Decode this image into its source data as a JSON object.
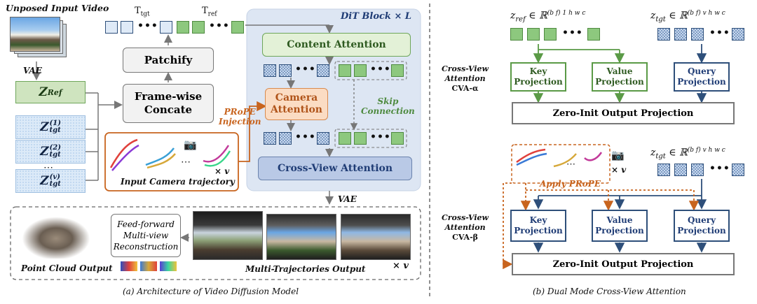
{
  "left": {
    "input_title": "Unposed Input Video",
    "vae_top": "VAE",
    "z_ref": "Z",
    "z_ref_sub": "Ref",
    "z_tgt_base": "Z",
    "z_tgt_sub": "tgt",
    "z_tgt_sups": [
      "(1)",
      "(2)",
      "(v)"
    ],
    "z_tgt_ellipsis": "⋯",
    "t_tgt": "T",
    "t_tgt_sub": "tgt",
    "t_ref": "T",
    "t_ref_sub": "ref",
    "patchify": "Patchify",
    "concat_line1": "Frame-wise",
    "concat_line2": "Concate",
    "prope_line1": "PRoPE",
    "prope_line2": "Injection",
    "traj_label": "Input Camera trajectory",
    "traj_dots": "⋯",
    "times_v": "× v",
    "dit_title": "DiT Block × L",
    "content_attention": "Content Attention",
    "camera_attention_line1": "Camera",
    "camera_attention_line2": "Attention",
    "skip_line1": "Skip",
    "skip_line2": "Connection",
    "cross_view_attention": "Cross-View Attention",
    "vae_bottom": "VAE",
    "ff_line1": "Feed-forward",
    "ff_line2": "Multi-view",
    "ff_line3": "Reconstruction",
    "point_cloud": "Point Cloud Output",
    "multi_traj": "Multi-Trajectories Output",
    "times_v_bottom": "× v",
    "caption_a": "(a) Architecture of Video Diffusion Model"
  },
  "right": {
    "cva_alpha_line1": "Cross-View",
    "cva_alpha_line2": "Attention",
    "cva_alpha_line3": "CVA-α",
    "cva_beta_line1": "Cross-View",
    "cva_beta_line2": "Attention",
    "cva_beta_line3": "CVA-β",
    "z_ref_eq": "z",
    "z_ref_sub": "ref",
    "z_ref_dims": "∈ ℝ",
    "z_ref_sup": "(b f)  1  h w c",
    "z_tgt_eq": "z",
    "z_tgt_sub": "tgt",
    "z_tgt_dims": "∈ ℝ",
    "z_tgt_sup": "(b f)  v  h w c",
    "key_line1": "Key",
    "value_line1": "Value",
    "query_line1": "Query",
    "projection": "Projection",
    "zero_init": "Zero-Init Output Projection",
    "apply_prope": "Apply PRoPE",
    "traj_dots": "⋯",
    "times_v": "× v",
    "caption_b": "(b) Dual Mode Cross-View Attention"
  },
  "colors": {
    "green": "#5a9a46",
    "blue": "#2e4f7a",
    "orange": "#c8641e",
    "dit_bg": "#dde6f3"
  }
}
